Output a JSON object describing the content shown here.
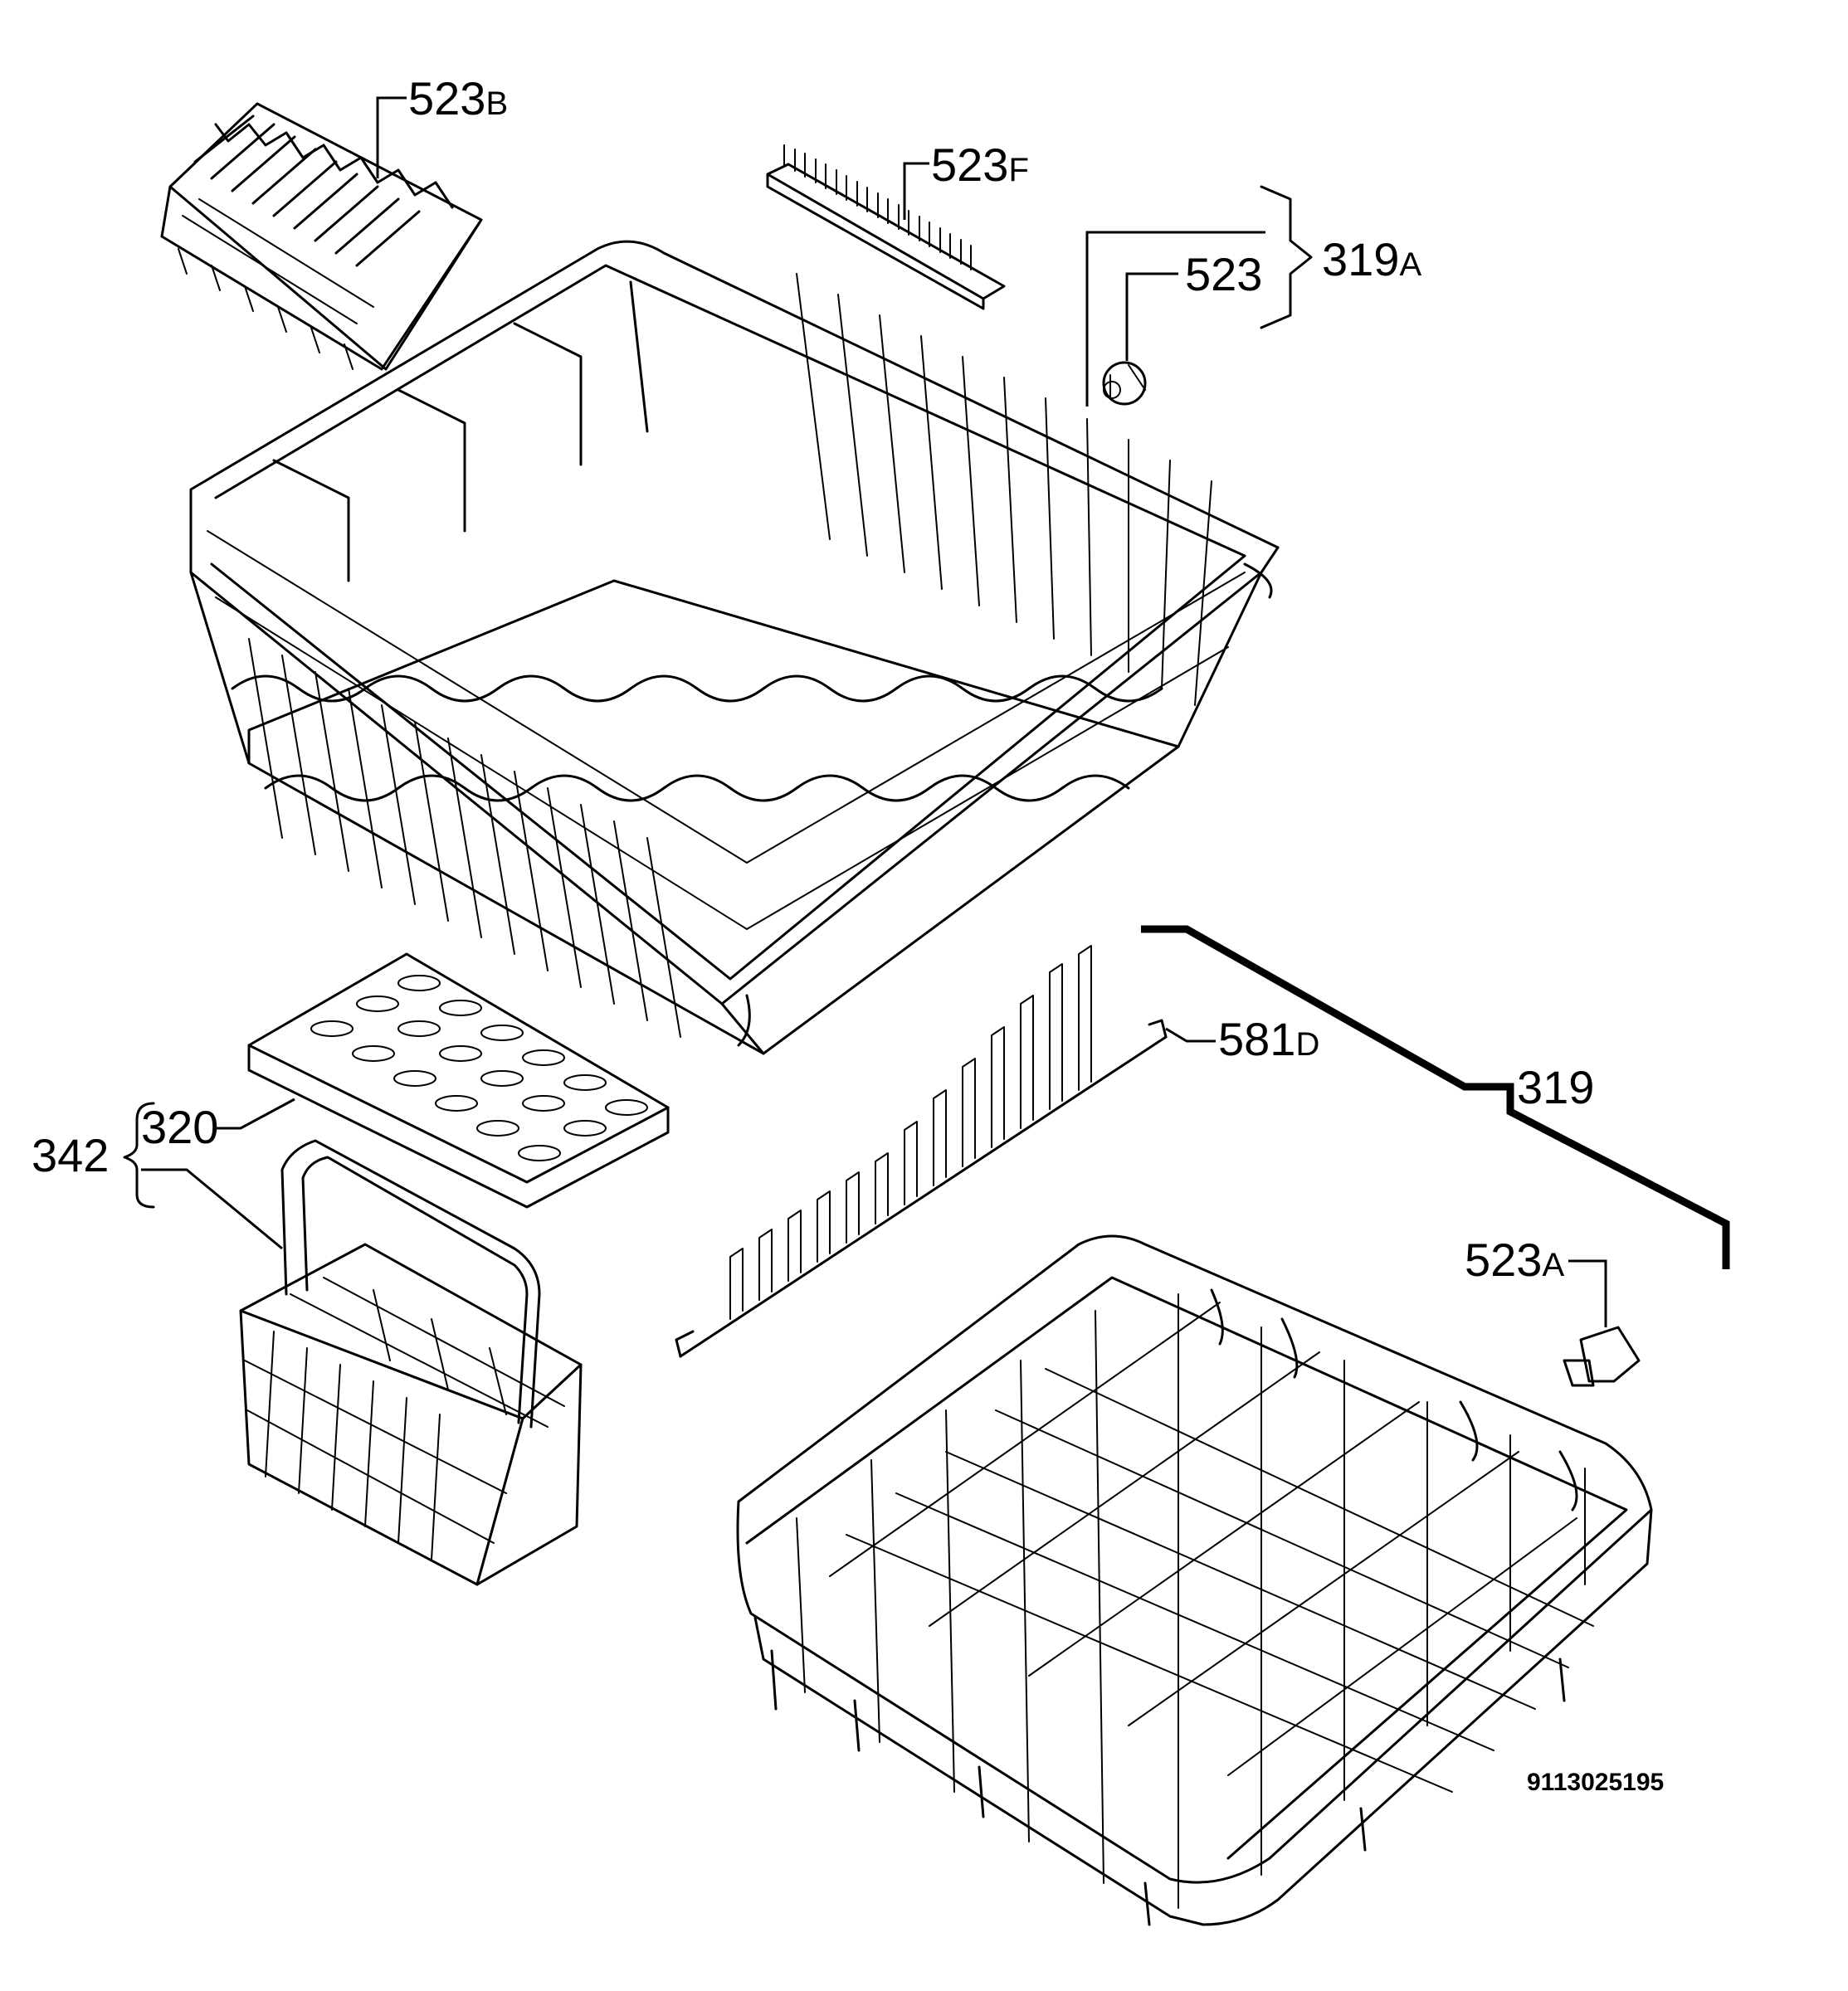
{
  "parts": [
    {
      "id": "523b",
      "number": "523",
      "suffix": "B"
    },
    {
      "id": "523f",
      "number": "523",
      "suffix": "F"
    },
    {
      "id": "319a",
      "number": "319",
      "suffix": "A"
    },
    {
      "id": "523",
      "number": "523",
      "suffix": ""
    },
    {
      "id": "581d",
      "number": "581",
      "suffix": "D"
    },
    {
      "id": "319",
      "number": "319",
      "suffix": ""
    },
    {
      "id": "320",
      "number": "320",
      "suffix": ""
    },
    {
      "id": "342",
      "number": "342",
      "suffix": ""
    },
    {
      "id": "523a",
      "number": "523",
      "suffix": "A"
    }
  ],
  "drawing_code": "9113025195"
}
